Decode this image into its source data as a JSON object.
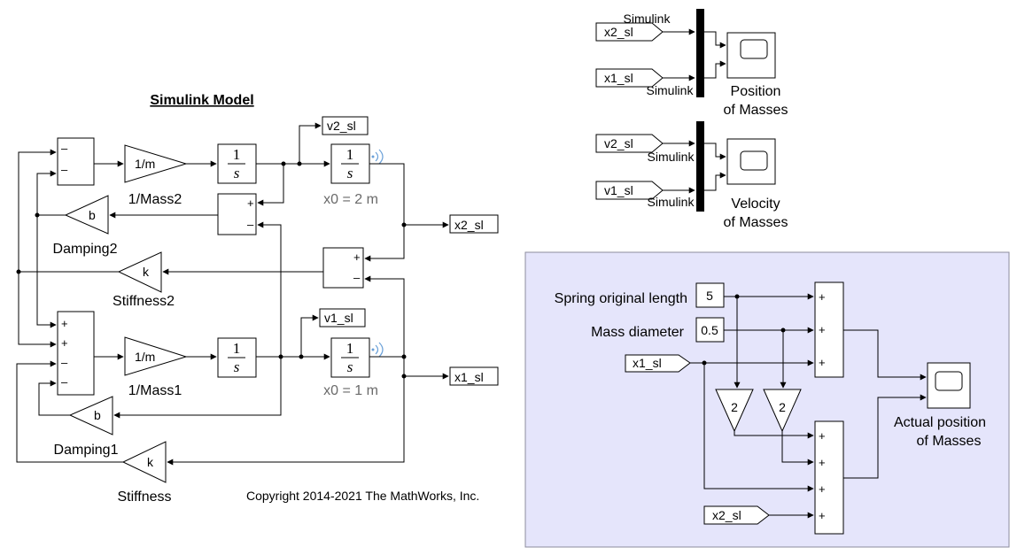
{
  "title": "Simulink Model",
  "copyright": "Copyright 2014-2021 The MathWorks, Inc.",
  "gain_labels": {
    "inv_mass2": "1/m",
    "inv_mass1": "1/m",
    "damping2": "b",
    "damping1": "b",
    "stiffness2": "k",
    "stiffness1": "k",
    "times2_a": "2",
    "times2_b": "2"
  },
  "block_names": {
    "inv_mass2": "1/Mass2",
    "inv_mass1": "1/Mass1",
    "damping2": "Damping2",
    "damping1": "Damping1",
    "stiffness2": "Stiffness2",
    "stiffness1": "Stiffness",
    "x0_2": "x0 = 2 m",
    "x0_1": "x0 = 1 m",
    "scope_position": [
      "Position",
      "of Masses"
    ],
    "scope_velocity": [
      "Velocity",
      "of Masses"
    ],
    "scope_actual": [
      "Actual position",
      "of Masses"
    ]
  },
  "integrator": {
    "num": "1",
    "den": "s"
  },
  "goto_tags": {
    "v2": "v2_sl",
    "x2": "x2_sl",
    "v1": "v1_sl",
    "x1": "x1_sl"
  },
  "from_tags": {
    "x2": "x2_sl",
    "x1": "x1_sl",
    "v2": "v2_sl",
    "v1": "v1_sl"
  },
  "simulink_labels": {
    "l1": "Simulink",
    "l2": "Simulink",
    "l3": "Simulink",
    "l4": "Simulink"
  },
  "constants": {
    "spring_label": "Spring original length",
    "spring_value": "5",
    "mass_label": "Mass diameter",
    "mass_value": "0.5"
  },
  "signs": {
    "plus": "+",
    "minus": "–"
  },
  "colors": {
    "panel_bg": "#e5e5fb",
    "panel_border": "#8c8c9e",
    "wireless_icon": "#6aa0d8"
  }
}
